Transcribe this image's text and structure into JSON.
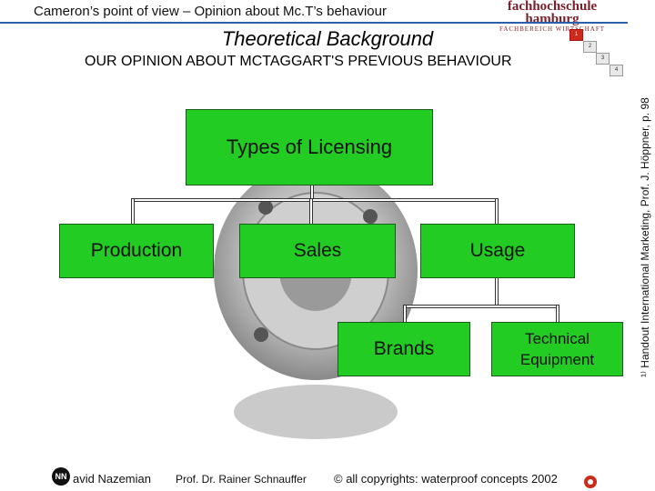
{
  "header": {
    "text": "Cameron’s point of view – Opinion about Mc.T’s behaviour",
    "logo_main": "fachhochschule hamburg",
    "logo_sub": "FACHBEREICH WIRTSCHAFT"
  },
  "title": "Theoretical Background",
  "subtitle": "OUR OPINION ABOUT MCTAGGART'S PREVIOUS BEHAVIOUR",
  "nav": {
    "items": [
      "1",
      "2",
      "3",
      "4"
    ],
    "active": "1"
  },
  "side_note": "¹⁾ Handout International Marketing, Prof. J. Höppner, p. 98",
  "diagram": {
    "root": "Types of Licensing",
    "level1": [
      "Production",
      "Sales",
      "Usage"
    ],
    "level2": [
      "Brands",
      "Technical Equipment"
    ]
  },
  "footer": {
    "logo_text": "NN",
    "author": "avid Nazemian",
    "professor": "Prof. Dr. Rainer Schnauffer",
    "copyright": "© all copyrights: waterproof concepts 2002"
  },
  "colors": {
    "node_fill": "#22cc22",
    "header_line": "#2b5fa8",
    "nav_active": "#cc2a1a",
    "logo": "#7a1f2a"
  },
  "icons": {
    "background_image": "gear-image",
    "footer_icon": "gear-icon"
  }
}
